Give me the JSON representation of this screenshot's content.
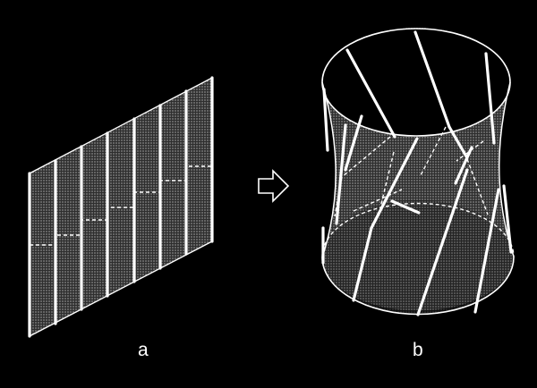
{
  "panels": [
    {
      "id": "a",
      "label": "a"
    },
    {
      "id": "b",
      "label": "b"
    }
  ],
  "colors": {
    "background": "#000000",
    "line": "#ffffff",
    "fill_light": "#6b6b6b",
    "fill_dark": "#3a3a3a"
  }
}
